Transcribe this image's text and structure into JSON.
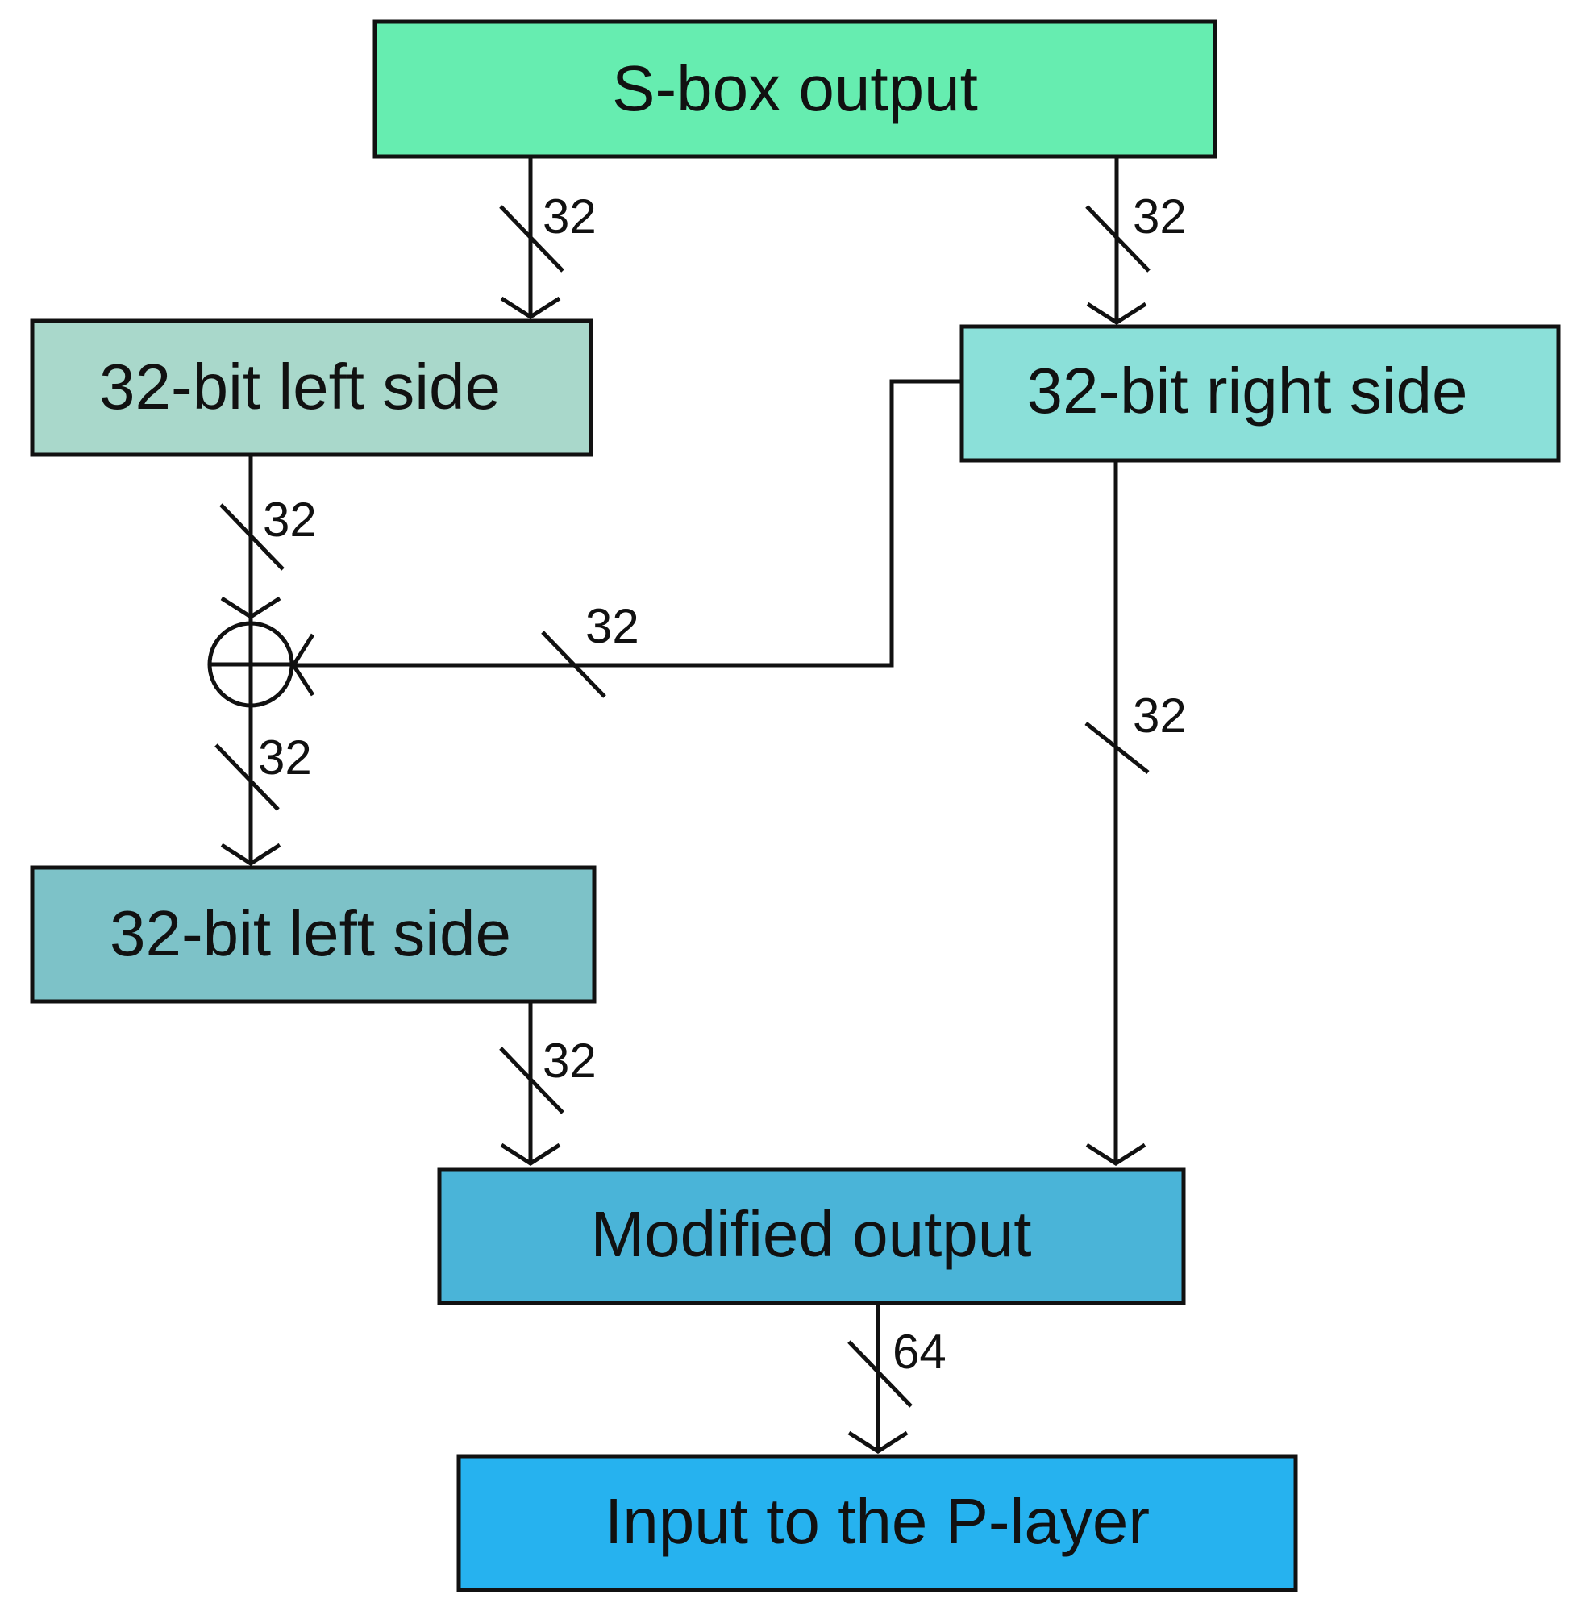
{
  "colors": {
    "sbox": "#66EDB0",
    "left_top": "#A9D8CB",
    "right": "#8BE0D9",
    "left_bottom": "#7DC2C8",
    "modified": "#4AB4D8",
    "player": "#26B2EF",
    "stroke": "#111111"
  },
  "boxes": {
    "sbox_output": "S-box output",
    "left_top": "32-bit left side",
    "right": "32-bit right side",
    "left_bottom": "32-bit left side",
    "modified": "Modified output",
    "player": "Input to the P-layer"
  },
  "bus_widths": {
    "sbox_to_left": "32",
    "sbox_to_right": "32",
    "left_to_xor": "32",
    "right_to_xor": "32",
    "xor_to_left": "32",
    "right_to_modified": "32",
    "left_to_modified": "32",
    "modified_to_player": "64"
  },
  "symbols": {
    "xor": "xor-symbol"
  }
}
